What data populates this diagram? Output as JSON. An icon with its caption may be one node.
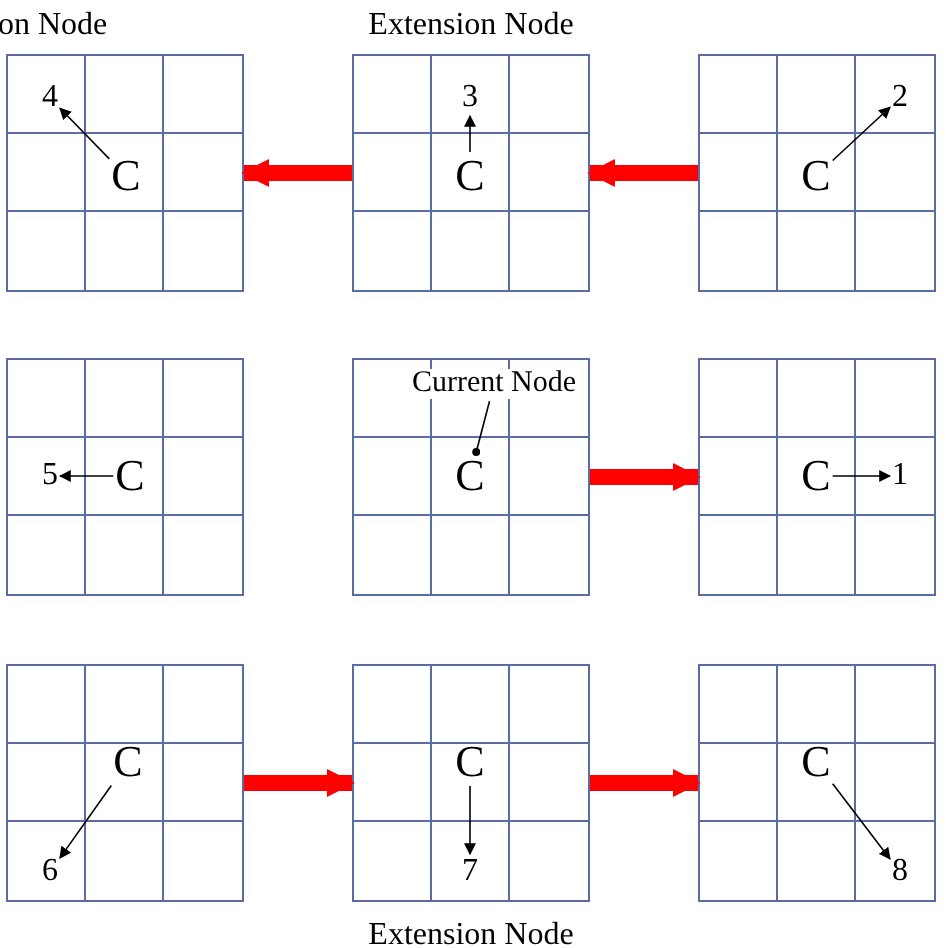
{
  "diagram": {
    "nodes": [
      {
        "text": [],
        "shape": "grid",
        "beside": [
          "on Node"
        ]
      },
      {
        "text": [
          "C"
        ],
        "in": 0
      },
      {
        "text": [
          "4"
        ],
        "in": 0
      },
      {
        "text": [],
        "shape": "grid",
        "beside": [
          "Extension Node"
        ]
      },
      {
        "text": [
          "C"
        ],
        "in": 3
      },
      {
        "text": [
          "3"
        ],
        "in": 3
      },
      {
        "text": [],
        "shape": "grid"
      },
      {
        "text": [
          "C"
        ],
        "in": 6
      },
      {
        "text": [
          "2"
        ],
        "in": 6
      },
      {
        "text": [],
        "shape": "grid"
      },
      {
        "text": [
          "5"
        ],
        "in": 9
      },
      {
        "text": [
          "C"
        ],
        "in": 9
      },
      {
        "text": [],
        "shape": "grid"
      },
      {
        "text": [
          "Current Node"
        ],
        "in": 12
      },
      {
        "text": [
          "C"
        ],
        "in": 12
      },
      {
        "text": [],
        "shape": "grid"
      },
      {
        "text": [
          "C"
        ],
        "in": 15
      },
      {
        "text": [
          "1"
        ],
        "in": 15
      },
      {
        "text": [],
        "shape": "grid"
      },
      {
        "text": [
          "C"
        ],
        "in": 18
      },
      {
        "text": [
          "6"
        ],
        "in": 18
      },
      {
        "text": [],
        "shape": "grid",
        "beside": [
          "Extension Node"
        ]
      },
      {
        "text": [
          "C"
        ],
        "in": 21
      },
      {
        "text": [
          "7"
        ],
        "in": 21
      },
      {
        "text": [],
        "shape": "grid"
      },
      {
        "text": [
          "C"
        ],
        "in": 24
      },
      {
        "text": [
          "8"
        ],
        "in": 24
      }
    ],
    "edges": [
      {
        "from": 1,
        "to": 2,
        "arrow": "to"
      },
      {
        "from": 4,
        "to": 5,
        "arrow": "to"
      },
      {
        "from": 7,
        "to": 8,
        "arrow": "to"
      },
      {
        "from": 11,
        "to": 10,
        "arrow": "to"
      },
      {
        "from": 16,
        "to": 17,
        "arrow": "to"
      },
      {
        "from": 19,
        "to": 20,
        "arrow": "to"
      },
      {
        "from": 22,
        "to": 23,
        "arrow": "to"
      },
      {
        "from": 25,
        "to": 26,
        "arrow": "to"
      },
      {
        "from": 13,
        "to": 14,
        "arrow": "other"
      },
      {
        "from": 6,
        "to": 3,
        "arrow": "to",
        "style": "thick",
        "color": "#ff0000"
      },
      {
        "from": 3,
        "to": 0,
        "arrow": "to",
        "style": "thick",
        "color": "#ff0000"
      },
      {
        "from": 12,
        "to": 15,
        "arrow": "to",
        "style": "thick",
        "color": "#ff0000"
      },
      {
        "from": 18,
        "to": 21,
        "arrow": "to",
        "style": "thick",
        "color": "#ff0000"
      },
      {
        "from": 21,
        "to": 24,
        "arrow": "to",
        "style": "thick",
        "color": "#ff0000"
      }
    ]
  }
}
